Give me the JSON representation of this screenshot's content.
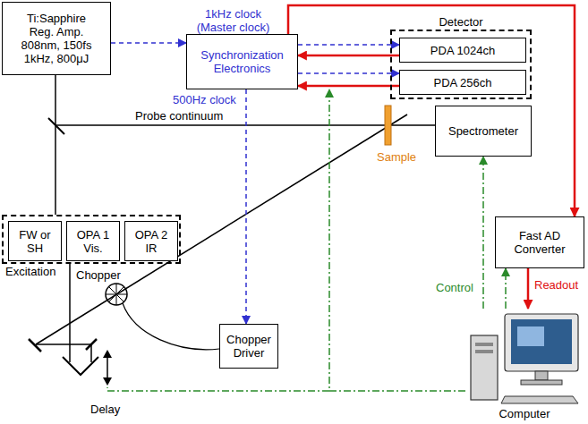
{
  "diagram": {
    "nodes": [
      {
        "text": [
          "Ti:Sapphire Reg. Amp. 808nm, 150fs 1kHz, 800μJ"
        ]
      },
      {
        "text": [
          "Synchronization Electronics"
        ]
      },
      {
        "text": [
          "Detector"
        ]
      },
      {
        "text": [
          "PDA 1024ch"
        ],
        "in": 2
      },
      {
        "text": [
          "PDA 256ch"
        ],
        "in": 2
      },
      {
        "text": [
          "Spectrometer"
        ]
      },
      {
        "text": [
          "Excitation"
        ]
      },
      {
        "text": [
          "FW or SH"
        ],
        "in": 6
      },
      {
        "text": [
          "OPA 1 Vis."
        ],
        "in": 6
      },
      {
        "text": [
          "OPA 2 IR"
        ],
        "in": 6
      },
      {
        "text": [
          "Fast AD Converter"
        ]
      },
      {
        "text": [
          "Chopper Driver"
        ]
      },
      {
        "text": [
          "Computer"
        ]
      }
    ],
    "edges": [
      {
        "from": 0,
        "to": 1,
        "arrow": "to",
        "label": "1kHz clock (Master clock)"
      },
      {
        "from": 1,
        "to": 3,
        "arrow": "to"
      },
      {
        "from": 3,
        "to": 1,
        "arrow": "to"
      },
      {
        "from": 1,
        "to": 4,
        "arrow": "to"
      },
      {
        "from": 4,
        "to": 1,
        "arrow": "to"
      },
      {
        "from": 1,
        "to": 11,
        "arrow": "to",
        "label": "500Hz clock"
      },
      {
        "from": 1,
        "to": 10,
        "arrow": "to"
      },
      {
        "from": 10,
        "to": 12,
        "arrow": "to",
        "label": "Readout"
      },
      {
        "from": 12,
        "to": 10,
        "arrow": "to"
      },
      {
        "from": 12,
        "to": 5,
        "arrow": "to",
        "label": "Control"
      },
      {
        "from": 12,
        "to": 1,
        "arrow": "to"
      }
    ],
    "labels": [
      "Probe continuum",
      "Sample",
      "Chopper",
      "Delay"
    ]
  }
}
